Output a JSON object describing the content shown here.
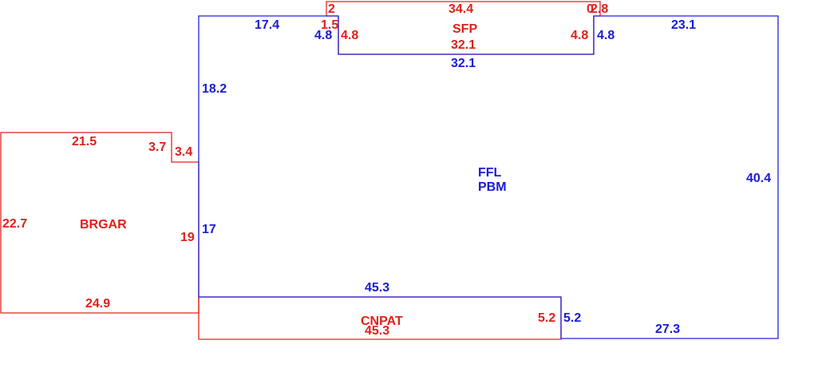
{
  "colors": {
    "main": "#1a1ad6",
    "adjacent": "#e0201a"
  },
  "rooms": {
    "main_name_line1": "FFL",
    "main_name_line2": "PBM",
    "top_room": "SFP",
    "left_room": "BRGAR",
    "bottom_room": "CNPAT"
  },
  "main_dims": {
    "top_left": "17.4",
    "notch_left": "4.8",
    "notch_bottom": "32.1",
    "notch_right": "4.8",
    "top_right": "23.1",
    "left_upper": "18.2",
    "left_lower": "17",
    "right": "40.4",
    "inner_bottom": "45.3",
    "step": "5.2",
    "bottom_right": "27.3"
  },
  "sfp_dims": {
    "left_small": "2",
    "top": "34.4",
    "right_small_a": "0",
    "right_small_b": "2.8",
    "inner_small": "1.5",
    "left": "4.8",
    "bottom": "32.1",
    "right": "4.8"
  },
  "brgar_dims": {
    "top": "21.5",
    "step_top": "3.7",
    "step_side": "3.4",
    "left": "22.7",
    "right": "19",
    "bottom": "24.9"
  },
  "cnpat_dims": {
    "bottom": "45.3",
    "right": "5.2"
  }
}
